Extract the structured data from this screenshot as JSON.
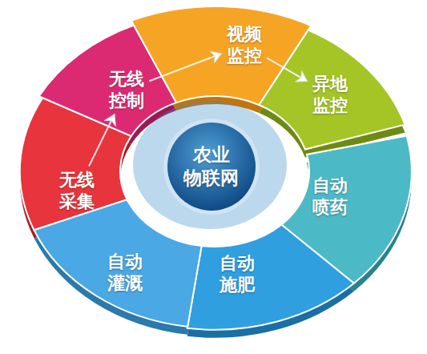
{
  "diagram": {
    "nodes": [
      {
        "text": [
          "农业 物联网"
        ]
      },
      {
        "text": [
          "无线 采集"
        ]
      },
      {
        "text": [
          "无线 控制"
        ]
      },
      {
        "text": [
          "视频 监控"
        ]
      },
      {
        "text": [
          "异地 监控"
        ]
      },
      {
        "text": [
          "自动 喷药"
        ]
      },
      {
        "text": [
          "自动 施肥"
        ]
      },
      {
        "text": [
          "自动 灌溉"
        ]
      }
    ],
    "edges": [
      {
        "from": 1,
        "to": 2,
        "arrow": "to"
      },
      {
        "from": 2,
        "to": 3,
        "arrow": "to"
      },
      {
        "from": 3,
        "to": 4,
        "arrow": "to"
      }
    ]
  }
}
